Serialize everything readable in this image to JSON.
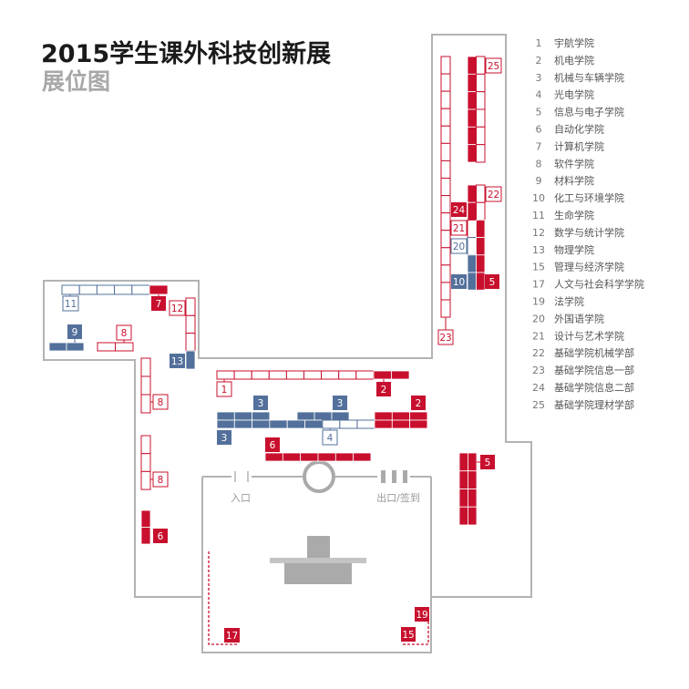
{
  "title": "2015学生课外科技创新展",
  "subtitle": "展位图",
  "legend": [
    {
      "num": "1",
      "name": "宇航学院"
    },
    {
      "num": "2",
      "name": "机电学院"
    },
    {
      "num": "3",
      "name": "机械与车辆学院"
    },
    {
      "num": "4",
      "name": "光电学院"
    },
    {
      "num": "5",
      "name": "信息与电子学院"
    },
    {
      "num": "6",
      "name": "自动化学院"
    },
    {
      "num": "7",
      "name": "计算机学院"
    },
    {
      "num": "8",
      "name": "软件学院"
    },
    {
      "num": "9",
      "name": "材料学院"
    },
    {
      "num": "10",
      "name": "化工与环境学院"
    },
    {
      "num": "11",
      "name": "生命学院"
    },
    {
      "num": "12",
      "name": "数学与统计学院"
    },
    {
      "num": "13",
      "name": "物理学院"
    },
    {
      "num": "15",
      "name": "管理与经济学院"
    },
    {
      "num": "17",
      "name": "人文与社会科学学院"
    },
    {
      "num": "19",
      "name": "法学院"
    },
    {
      "num": "20",
      "name": "外国语学院"
    },
    {
      "num": "21",
      "name": "设计与艺术学院"
    },
    {
      "num": "22",
      "name": "基础学院机械学部"
    },
    {
      "num": "23",
      "name": "基础学院信息一部"
    },
    {
      "num": "24",
      "name": "基础学院信息二部"
    },
    {
      "num": "25",
      "name": "基础学院理材学部"
    }
  ],
  "booth_labels": [
    "25",
    "22",
    "24",
    "21",
    "20",
    "10",
    "5",
    "23",
    "11",
    "7",
    "12",
    "13",
    "9",
    "8",
    "8",
    "8",
    "6",
    "1",
    "2",
    "3",
    "3",
    "2",
    "3",
    "4",
    "6",
    "5",
    "17",
    "19",
    "15"
  ],
  "entrance_label": "入口",
  "exit_label": "出口/签到",
  "colors": {
    "red": "#c8102e",
    "blue": "#53709b",
    "wall": "#b3b3b3",
    "title": "#1a1a1a",
    "subtitle": "#a8a8a8"
  }
}
